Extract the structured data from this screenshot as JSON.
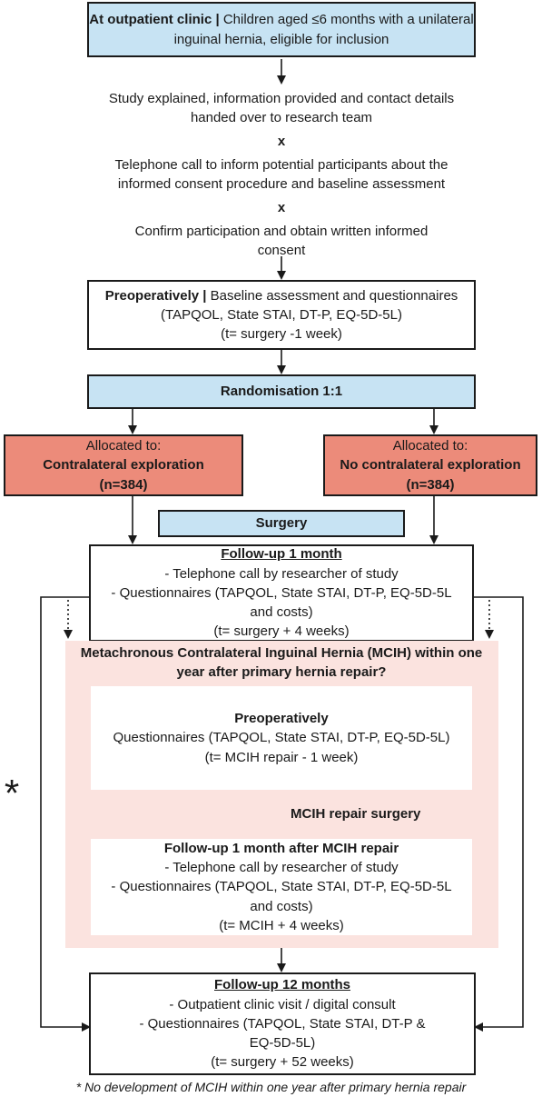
{
  "colors": {
    "blue": "#c7e3f3",
    "red": "#ec8b7a",
    "pink": "#fbe3df",
    "line": "#1a1a1a"
  },
  "box1": {
    "bold": "At outpatient clinic |",
    "rest": " Children aged ≤6 months with a unilateral inguinal hernia, eligible for inclusion"
  },
  "step1": "Study explained, information provided and contact details handed over to research team",
  "sep1": "x",
  "step2": "Telephone call to inform potential participants about the informed consent procedure and baseline assessment",
  "sep2": "x",
  "step3": "Confirm participation and obtain written informed consent",
  "preop": {
    "bold": "Preoperatively |",
    "rest": " Baseline assessment and questionnaires (TAPQOL, State STAI, DT-P, EQ-5D-5L)",
    "time": "(t= surgery -1 week)"
  },
  "randomisation": "Randomisation 1:1",
  "armA": {
    "line1": "Allocated to:",
    "line2": "Contralateral exploration",
    "line3": "(n=384)"
  },
  "armB": {
    "line1": "Allocated to:",
    "line2": "No contralateral exploration",
    "line3": "(n=384)"
  },
  "surgery": "Surgery",
  "fu1": {
    "title": "Follow-up 1 month",
    "line1": "- Telephone call by researcher of study",
    "line2": "- Questionnaires (TAPQOL, State STAI, DT-P, EQ-5D-5L",
    "line3": "and costs)",
    "line4": "(t= surgery + 4 weeks)"
  },
  "mcih": {
    "title": "Metachronous Contralateral Inguinal Hernia (MCIH) within one year after primary hernia repair?",
    "preop_title": "Preoperatively",
    "preop_line1": "Questionnaires (TAPQOL, State STAI, DT-P, EQ-5D-5L)",
    "preop_line2": "(t= MCIH repair - 1 week)",
    "repair_label": "MCIH repair surgery",
    "fu_title": "Follow-up 1 month after MCIH repair",
    "fu_line1": "- Telephone call by researcher of study",
    "fu_line2": "- Questionnaires (TAPQOL, State STAI, DT-P, EQ-5D-5L",
    "fu_line3": "and costs)",
    "fu_line4": "(t= MCIH + 4 weeks)"
  },
  "fu12": {
    "title": "Follow-up 12 months",
    "line1": "- Outpatient clinic visit / digital consult",
    "line2": "- Questionnaires (TAPQOL, State STAI, DT-P &",
    "line3": "EQ-5D-5L)",
    "line4": "(t= surgery + 52 weeks)"
  },
  "asterisk": "*",
  "footnote": "* No development of MCIH within one year after primary hernia repair"
}
